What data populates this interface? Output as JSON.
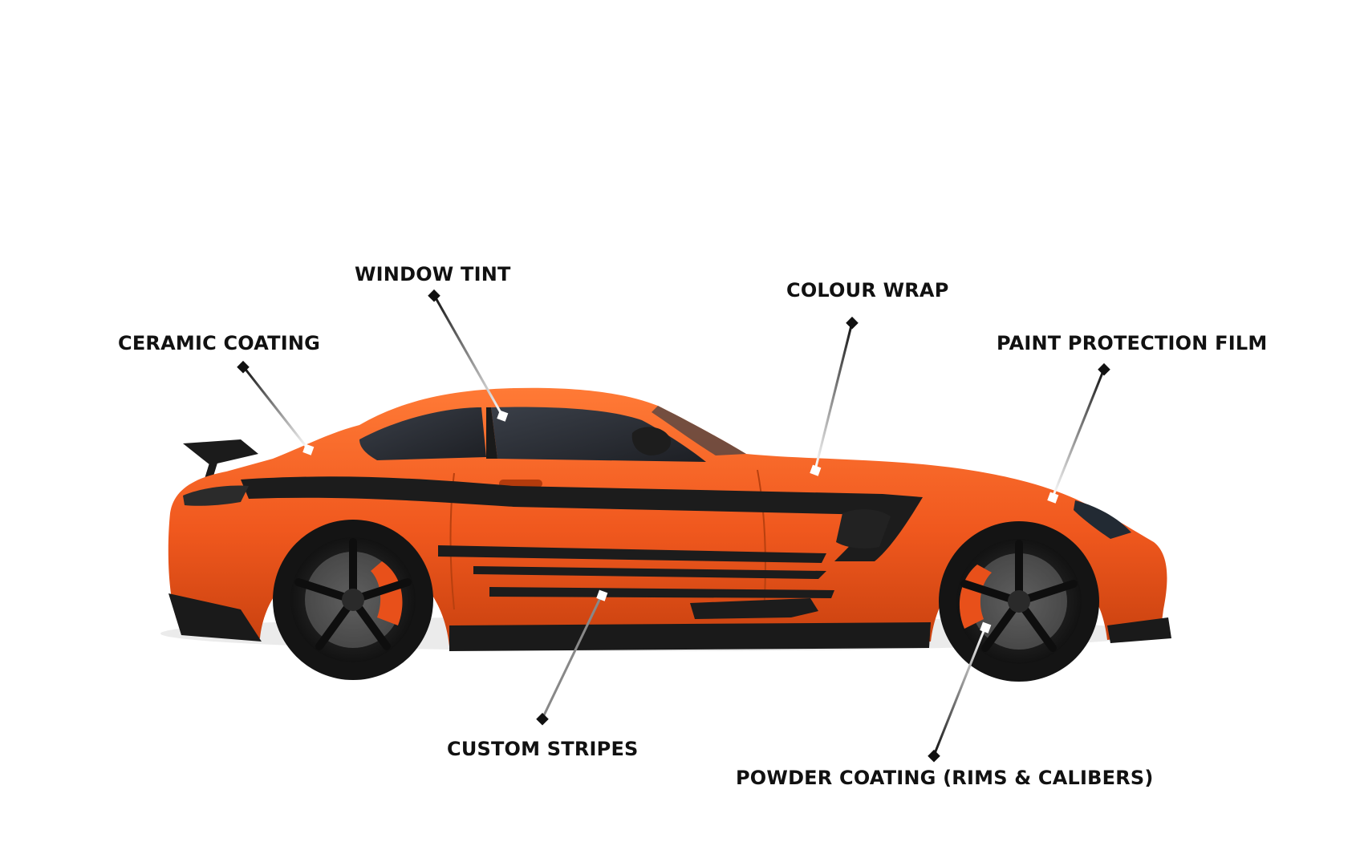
{
  "labels": {
    "window_tint": "WINDOW TINT",
    "colour_wrap": "COLOUR WRAP",
    "ceramic_coating": "CERAMIC COATING",
    "paint_protection_film": "PAINT PROTECTION FILM",
    "custom_stripes": "CUSTOM STRIPES",
    "powder_coating": "POWDER COATING (RIMS & CALIBERS)"
  },
  "colors": {
    "car_body": "#f0581e",
    "car_body_shadow": "#c8410f",
    "stripe": "#1c1c1c",
    "glass": "#2a2d33",
    "tyre": "#141414",
    "rim": "#202020",
    "caliper": "#e8501a",
    "label_text": "#111111",
    "pointer_dark": "#111111",
    "pointer_light": "#ffffff"
  }
}
